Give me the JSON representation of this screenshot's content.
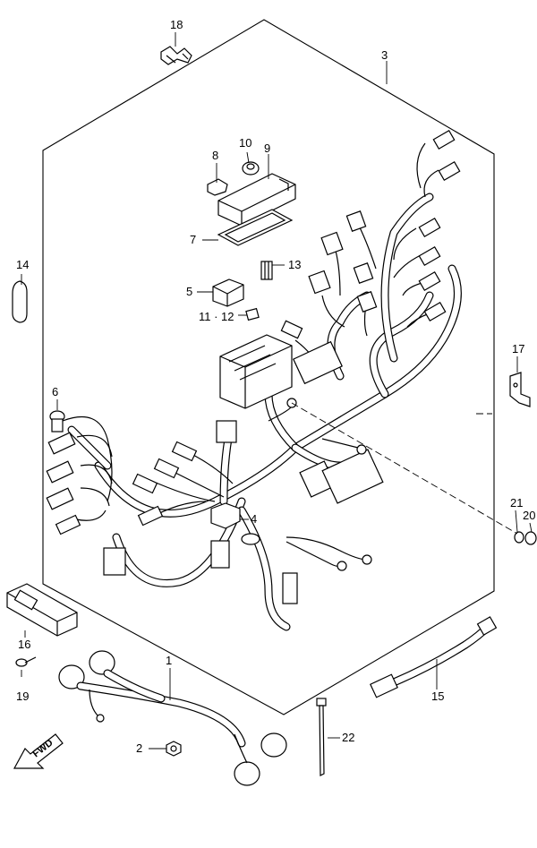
{
  "callouts": {
    "c1": "1",
    "c2": "2",
    "c3": "3",
    "c4": "4",
    "c5": "5",
    "c6": "6",
    "c7": "7",
    "c8": "8",
    "c9": "9",
    "c10": "10",
    "c11_12": "11 · 12",
    "c13": "13",
    "c14": "14",
    "c15": "15",
    "c16": "16",
    "c17": "17",
    "c18": "18",
    "c19": "19",
    "c20": "20",
    "c21": "21",
    "c22": "22"
  },
  "fwd_label": "FWD",
  "icons": [
    "fwd-arrow-icon"
  ]
}
